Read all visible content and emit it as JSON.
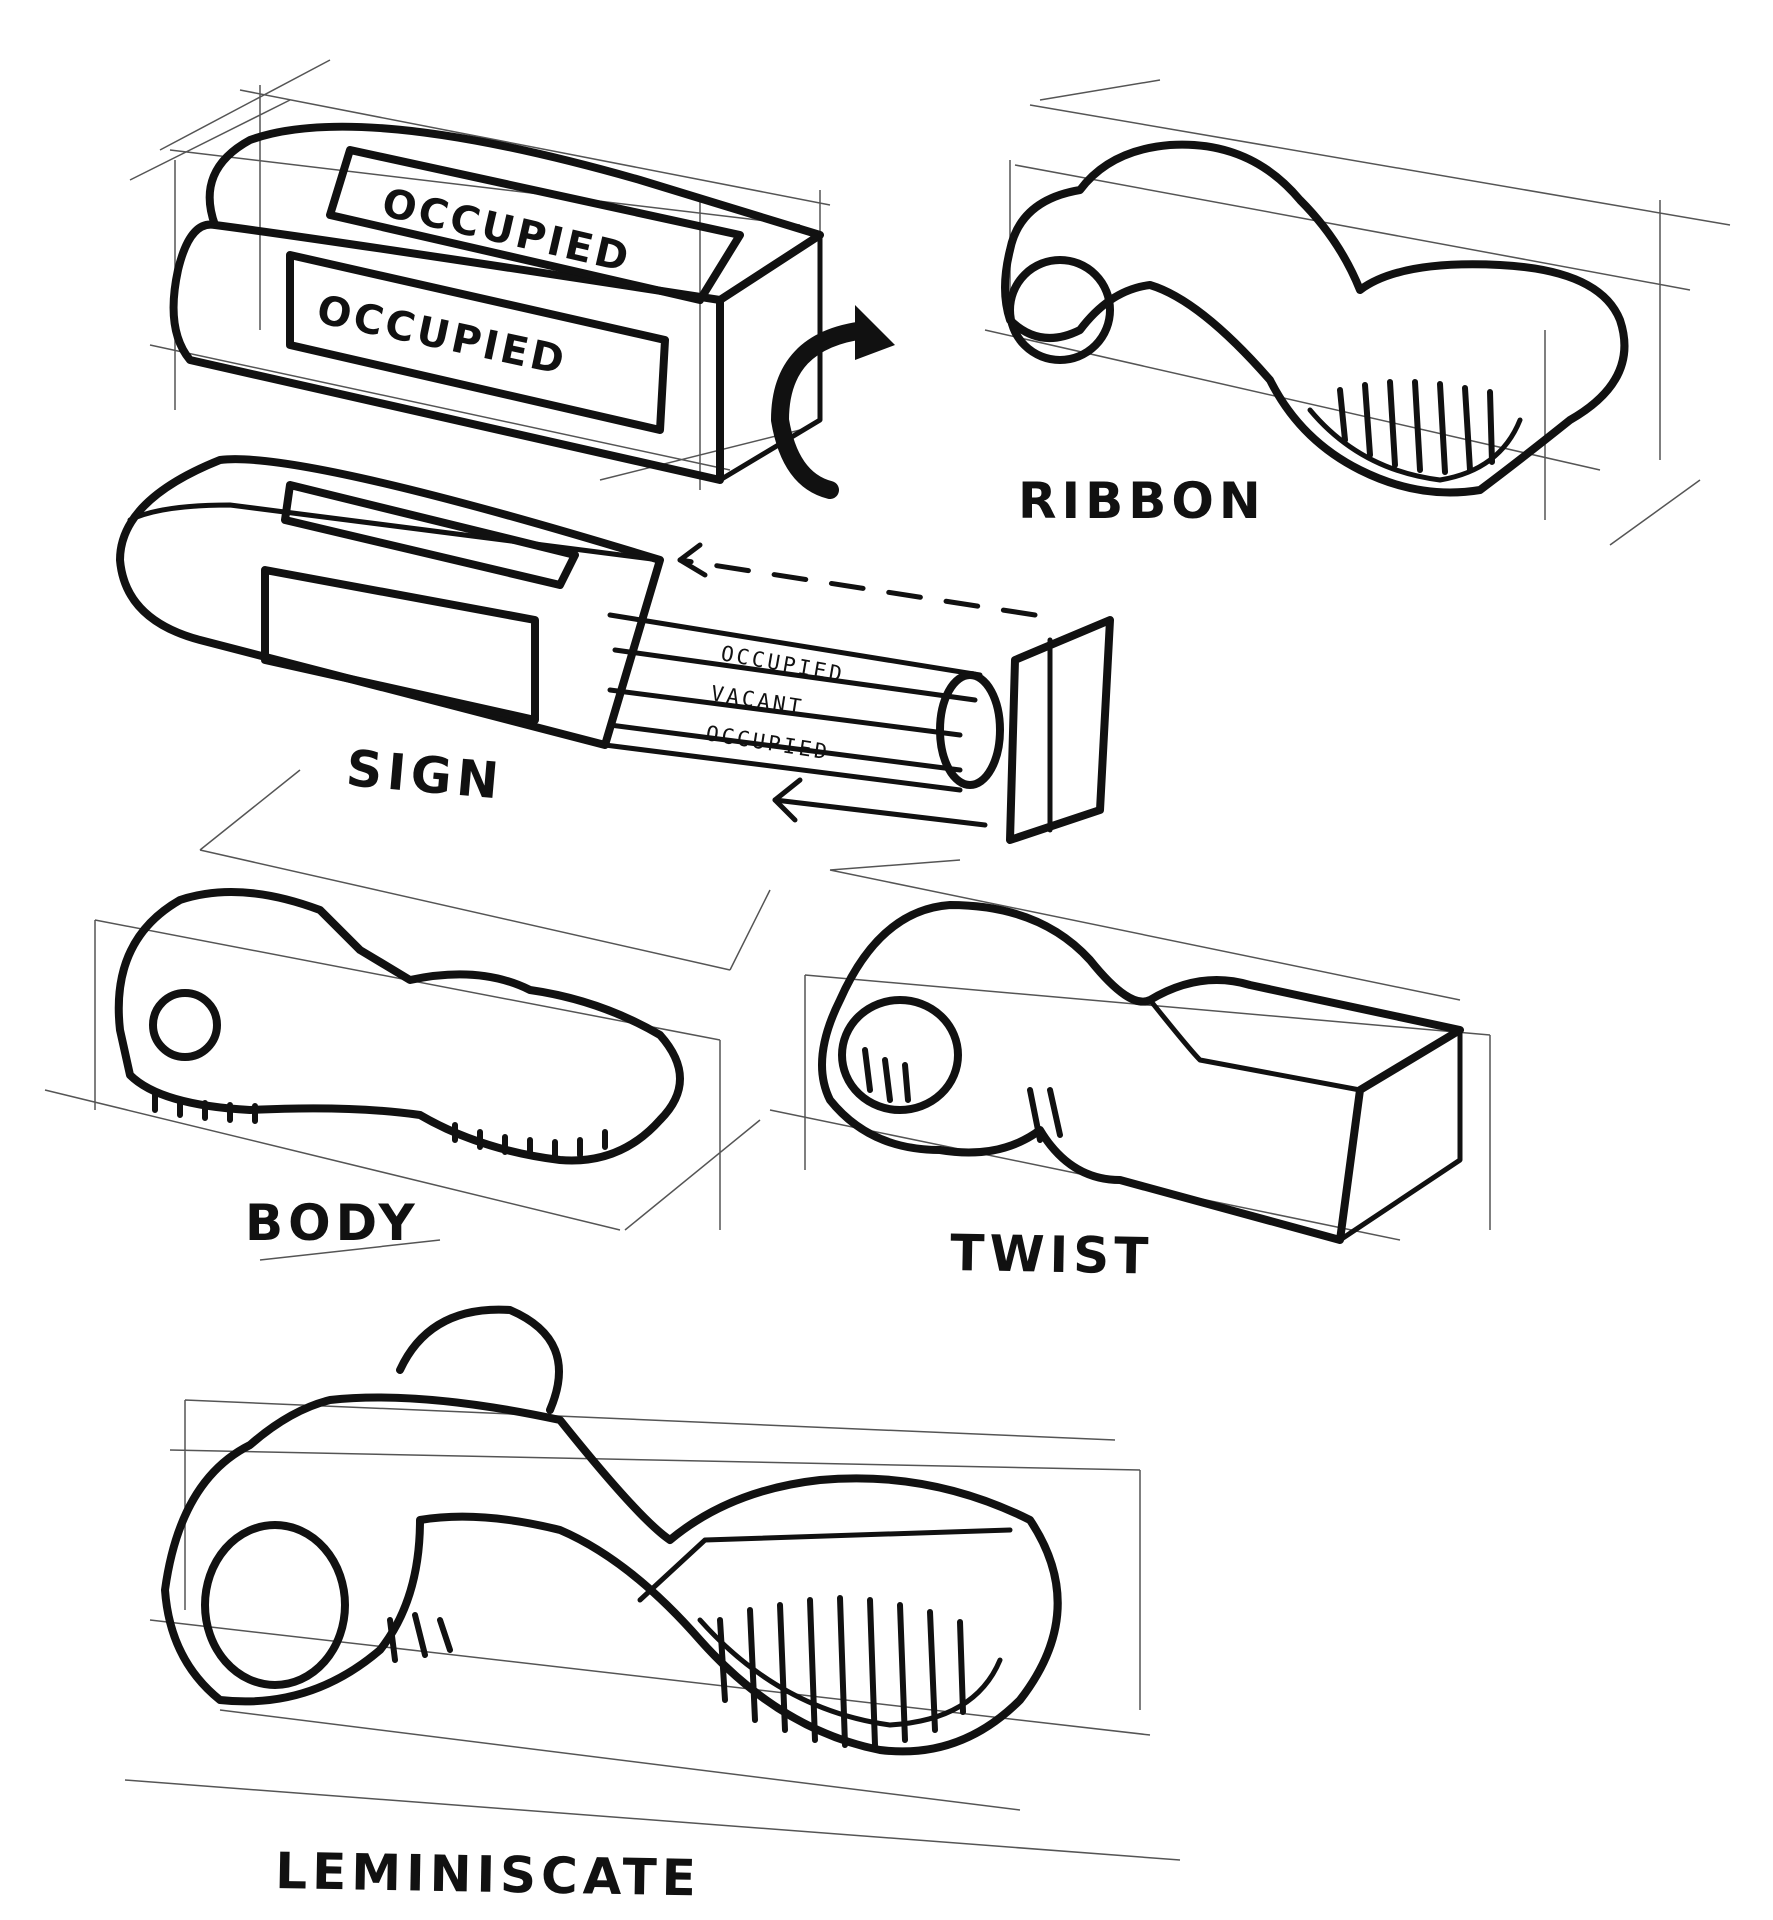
{
  "labels": {
    "ribbon": "RIBBON",
    "sign": "SIGN",
    "body": "BODY",
    "twist": "TWIST",
    "leminiscate": "LEMINISCATE"
  },
  "sign_box": {
    "top_text": "OCCUPIED",
    "front_text": "OCCUPIED"
  },
  "cylinder": {
    "line1": "OCCUPIED",
    "line2": "VACANT",
    "line3": "OCCUPIED"
  },
  "ink_color": "#111111",
  "paper_color": "#ffffff"
}
